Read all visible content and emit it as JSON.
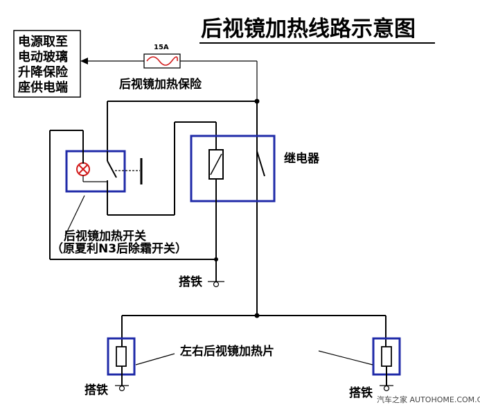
{
  "title": "后视镜加热线路示意图",
  "source_box": [
    "电源取至",
    "电动玻璃",
    "升降保险",
    "座供电端"
  ],
  "fuse": {
    "rating": "15A",
    "label": "后视镜加热保险"
  },
  "relay_label": "继电器",
  "switch_label": [
    "后视镜加热开关",
    "（原夏利N3后除霜开关）"
  ],
  "ground_label": "搭铁",
  "heater_label": "左右后视镜加热片",
  "watermark": "汽车之家 AUTOHOME.COM.CN",
  "colors": {
    "wire": "#000000",
    "component_frame": "#1f2aa8",
    "lamp": "#d11a1a",
    "fuse_wave": "#d11a1a"
  }
}
